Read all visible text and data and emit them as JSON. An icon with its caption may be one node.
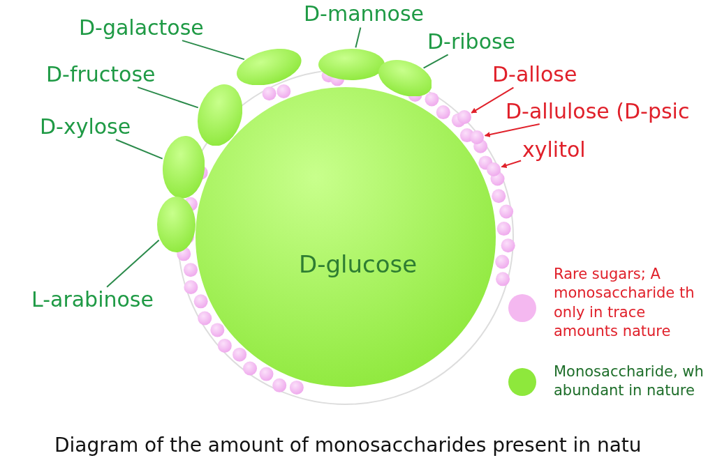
{
  "diagram": {
    "caption": "Diagram of the amount of monosaccharides present in natu",
    "nodes": [
      {
        "text": [
          "D-mannose"
        ]
      },
      {
        "text": [
          "D-galactose"
        ]
      },
      {
        "text": [
          "D-ribose"
        ]
      },
      {
        "text": [
          "D-fructose"
        ]
      },
      {
        "text": [
          "D-allose"
        ]
      },
      {
        "text": [
          "D-allulose (D-psic"
        ]
      },
      {
        "text": [
          "D-xylose"
        ]
      },
      {
        "text": [
          "xylitol"
        ]
      },
      {
        "text": [
          "L-arabinose"
        ]
      },
      {
        "text": [],
        "shape": "ellipse"
      },
      {
        "text": [],
        "shape": "ellipse"
      },
      {
        "text": [],
        "shape": "ellipse"
      },
      {
        "text": [],
        "shape": "ellipse"
      },
      {
        "text": [],
        "shape": "ellipse"
      },
      {
        "text": [],
        "shape": "ellipse"
      },
      {
        "text": [
          "D-glucose"
        ]
      },
      {
        "text": [],
        "shape": "circle"
      },
      {
        "text": [],
        "shape": "circle"
      },
      {
        "text": [],
        "shape": "circle"
      }
    ],
    "edges": [
      {
        "from": 1,
        "to": 9,
        "arrow": "none"
      },
      {
        "from": 0,
        "to": 10,
        "arrow": "none"
      },
      {
        "from": 2,
        "to": 11,
        "arrow": "none"
      },
      {
        "from": 3,
        "to": 12,
        "arrow": "none"
      },
      {
        "from": 6,
        "to": 13,
        "arrow": "none"
      },
      {
        "from": 8,
        "to": 14,
        "arrow": "none"
      },
      {
        "from": 4,
        "to": 16,
        "arrow": "to",
        "color": "#e0202a"
      },
      {
        "from": 5,
        "to": 17,
        "arrow": "to",
        "color": "#e0202a"
      },
      {
        "from": 7,
        "to": 18,
        "arrow": "to",
        "color": "#e0202a"
      }
    ],
    "legend": [
      {
        "text": "Rare sugars; A monosaccharide th only in trace amounts nature",
        "color": "#f4b8f0"
      },
      {
        "text": "Monosaccharide, wh abundant in nature",
        "color": "#8ee83c"
      }
    ]
  }
}
